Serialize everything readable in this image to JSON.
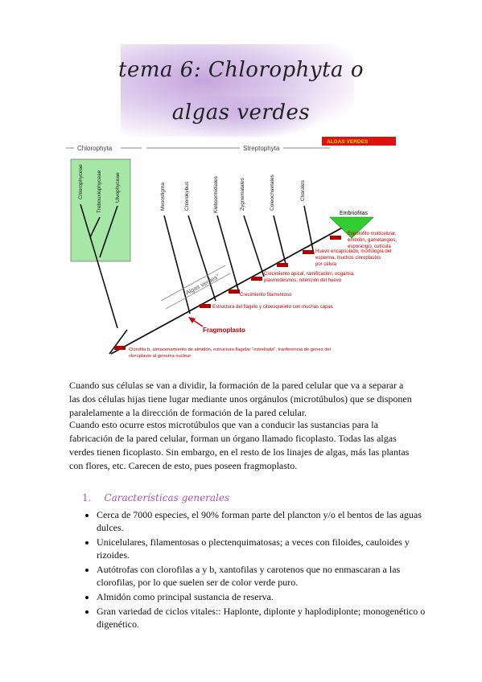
{
  "header": {
    "title_line1": "tema 6: Chlorophyta o",
    "title_line2": "algas verdes"
  },
  "diagram": {
    "chlorophyta_label": "Chlorophyta",
    "streptophyta_label": "Streptophyta",
    "algas_verdes_box": "ALGAS VERDES",
    "taxa": [
      "Chlorophyceae",
      "Trebouxiophyceae",
      "Ulvophyceae",
      "Mesostigma",
      "Chlorokybus",
      "Klebsormidiales",
      "Zygnematales",
      "Coleochaetales",
      "Charales"
    ],
    "embriofitas": "Embriofitas",
    "algas_verdes_label": "\"Algas verdes\"",
    "fragmoplasto": "Fragmoplasto",
    "traits": [
      [
        "Clorofila b, almacenamiento de almidón, estructura flagelar \"estrellada\", tranferencia de genes del",
        "cloroplasto al genoma nuclear"
      ],
      [
        "Estructura del flagelo y citoesqueleto con muchas capas"
      ],
      [
        "Crecimiento filamentoso"
      ],
      [
        "Crecimiento apical, ramificación, oogamia,",
        "plasmodesmos, retención del huevo"
      ],
      [
        "Huevo encapsulado, morfología del",
        "esperma, muchos cloroplastos",
        "por célula"
      ],
      [
        "Esporofito multicelular,",
        "embrión, gametangios,",
        "esporangio, cutícula"
      ]
    ]
  },
  "paragraphs": [
    "Cuando sus células se van a dividir, la formación de la pared celular que va a separar a las dos células hijas tiene lugar mediante unos orgánulos (microtúbulos) que se disponen paralelamente a la dirección de formación de la pared celular.",
    "Cuando esto ocurre estos microtúbulos que van a conducir las sustancias para la fabricación de la pared celular, forman un órgano llamado ficoplasto. Todas las algas verdes tienen ficoplasto. Sin embargo, en el resto de los linajes de algas, más las plantas con flores, etc. Carecen de esto, pues poseen fragmoplasto."
  ],
  "section": {
    "number": "1.",
    "title": "Características generales"
  },
  "bullets": [
    "Cerca de 7000 especies, el 90% forman parte del plancton y/o el bentos de las aguas dulces.",
    "Unicelulares, filamentosas o plectenquimatosas; a veces con filoides, cauloides y rizoides.",
    "Autótrofas con clorofilas a y b, xantofilas y carotenos que no enmascaran a las clorofilas, por lo que suelen ser de color verde puro.",
    "Almidón como principal sustancia de reserva.",
    "Gran variedad de ciclos vitales:: Haplonte, diplonte y haplodiplonte; monogenético o digenético."
  ],
  "colors": {
    "accent_purple": "#a256b8",
    "trait_red": "#c00000",
    "chlorophyta_box": "#a6e6a6",
    "embriofitas_triangle": "#33cc33"
  }
}
